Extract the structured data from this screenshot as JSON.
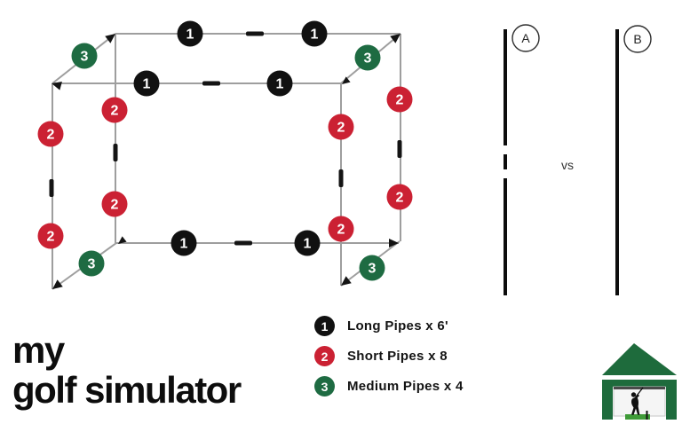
{
  "title": {
    "line1": "my",
    "line2": "golf simulator"
  },
  "legend": {
    "items": [
      {
        "number": "1",
        "label": "Long Pipes x 6'",
        "color": "#111111"
      },
      {
        "number": "2",
        "label": "Short Pipes x 8",
        "color": "#cb2133"
      },
      {
        "number": "3",
        "label": "Medium Pipes x 4",
        "color": "#1e6b42"
      }
    ]
  },
  "comparison": {
    "label_a": "A",
    "label_b": "B",
    "versus": "vs"
  },
  "palette": {
    "line_gray": "#9e9e9e",
    "connector_black": "#141414",
    "brand_green": "#1e6b3c",
    "mat_green": "#3f9b38",
    "screen_gray": "#f5f5f5"
  }
}
